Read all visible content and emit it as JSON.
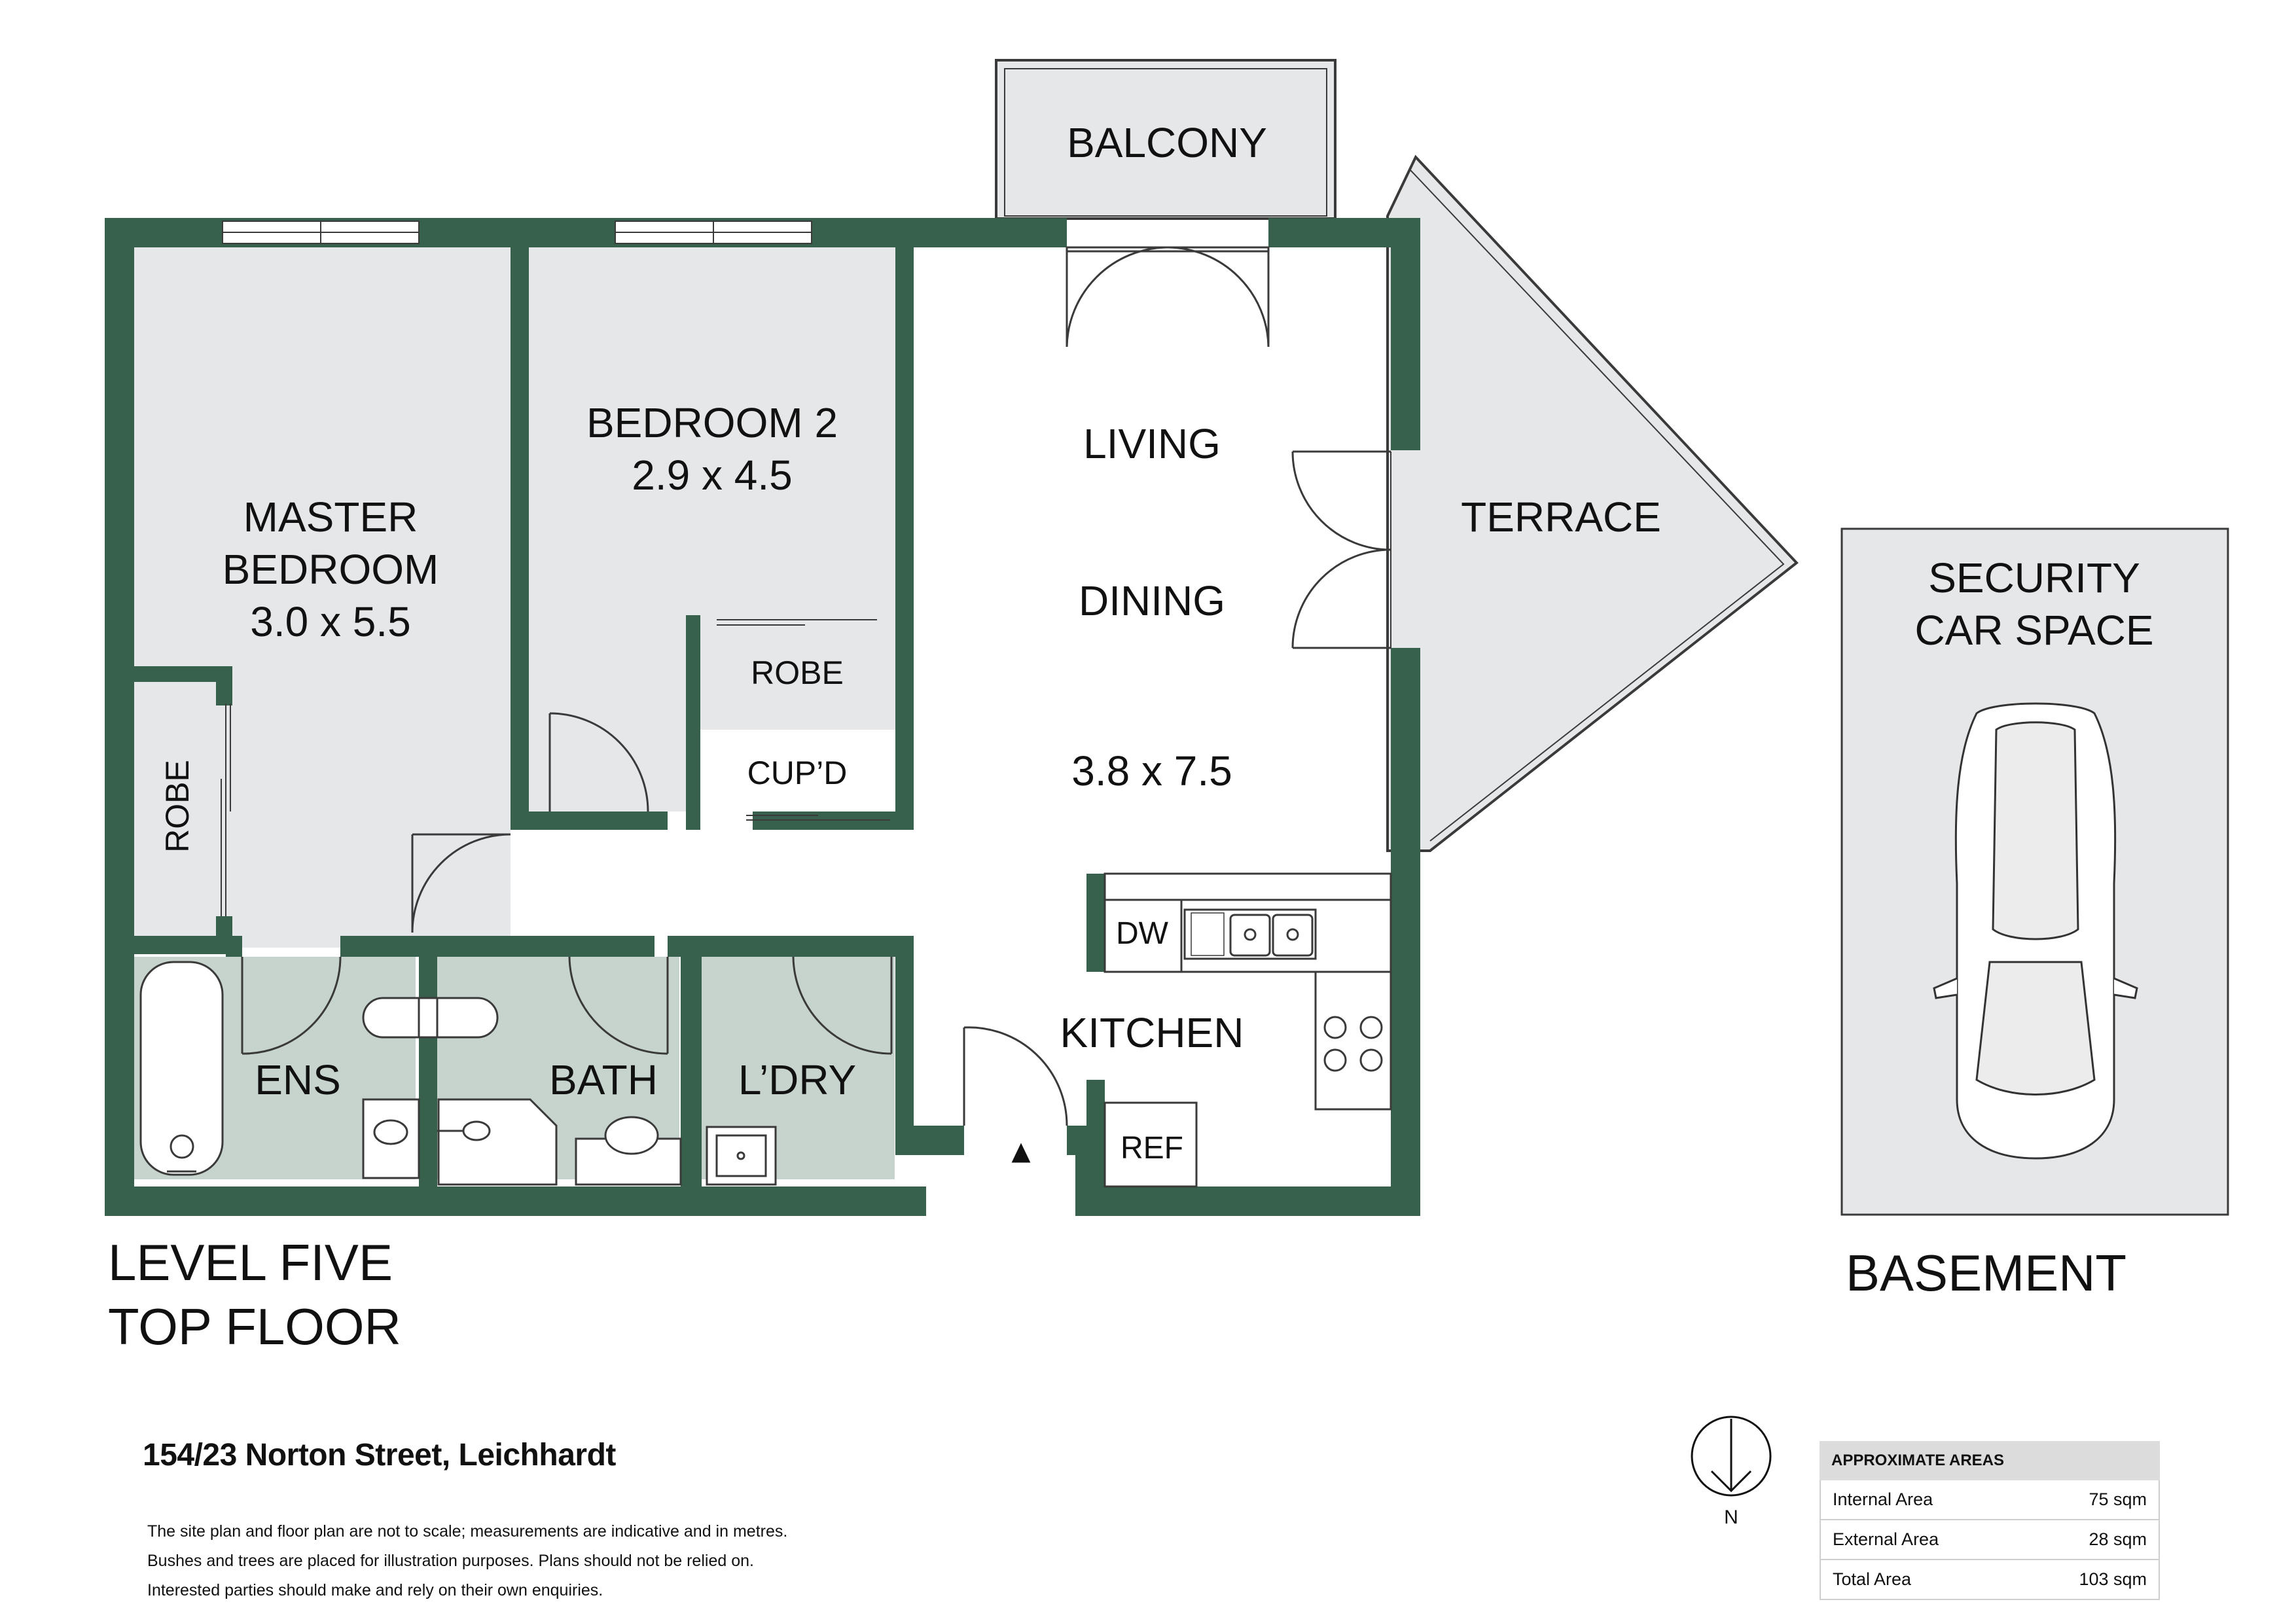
{
  "colors": {
    "wall": "#37614c",
    "room_fill": "#e6e7e9",
    "wet_fill": "#c7d3cd",
    "outline": "#3a3a3a"
  },
  "rooms": {
    "balcony": "BALCONY",
    "master_line1": "MASTER",
    "master_line2": "BEDROOM",
    "master_dims": "3.0 x 5.5",
    "bedroom2": "BEDROOM 2",
    "bedroom2_dims": "2.9 x 4.5",
    "living": "LIVING",
    "dining": "DINING",
    "living_dims": "3.8 x 7.5",
    "terrace": "TERRACE",
    "robe_master": "ROBE",
    "robe_bed2": "ROBE",
    "cupboard": "CUP’D",
    "dishwasher": "DW",
    "kitchen": "KITCHEN",
    "fridge": "REF",
    "ensuite": "ENS",
    "bath": "BATH",
    "laundry": "L’DRY",
    "car_line1": "SECURITY",
    "car_line2": "CAR SPACE"
  },
  "labels": {
    "level_line1": "LEVEL FIVE",
    "level_line2": "TOP FLOOR",
    "basement": "BASEMENT",
    "address": "154/23 Norton Street, Leichhardt",
    "disclaimer_1": "The site plan and floor plan are not to scale; measurements are indicative and in metres.",
    "disclaimer_2": "Bushes and trees are placed for illustration purposes. Plans should not be relied on.",
    "disclaimer_3": "Interested parties should make and rely on their own enquiries.",
    "north": "N"
  },
  "areas": {
    "title": "APPROXIMATE AREAS",
    "rows": [
      {
        "label": "Internal Area",
        "value": "75 sqm"
      },
      {
        "label": "External Area",
        "value": "28 sqm"
      },
      {
        "label": "Total Area",
        "value": "103 sqm"
      }
    ]
  }
}
